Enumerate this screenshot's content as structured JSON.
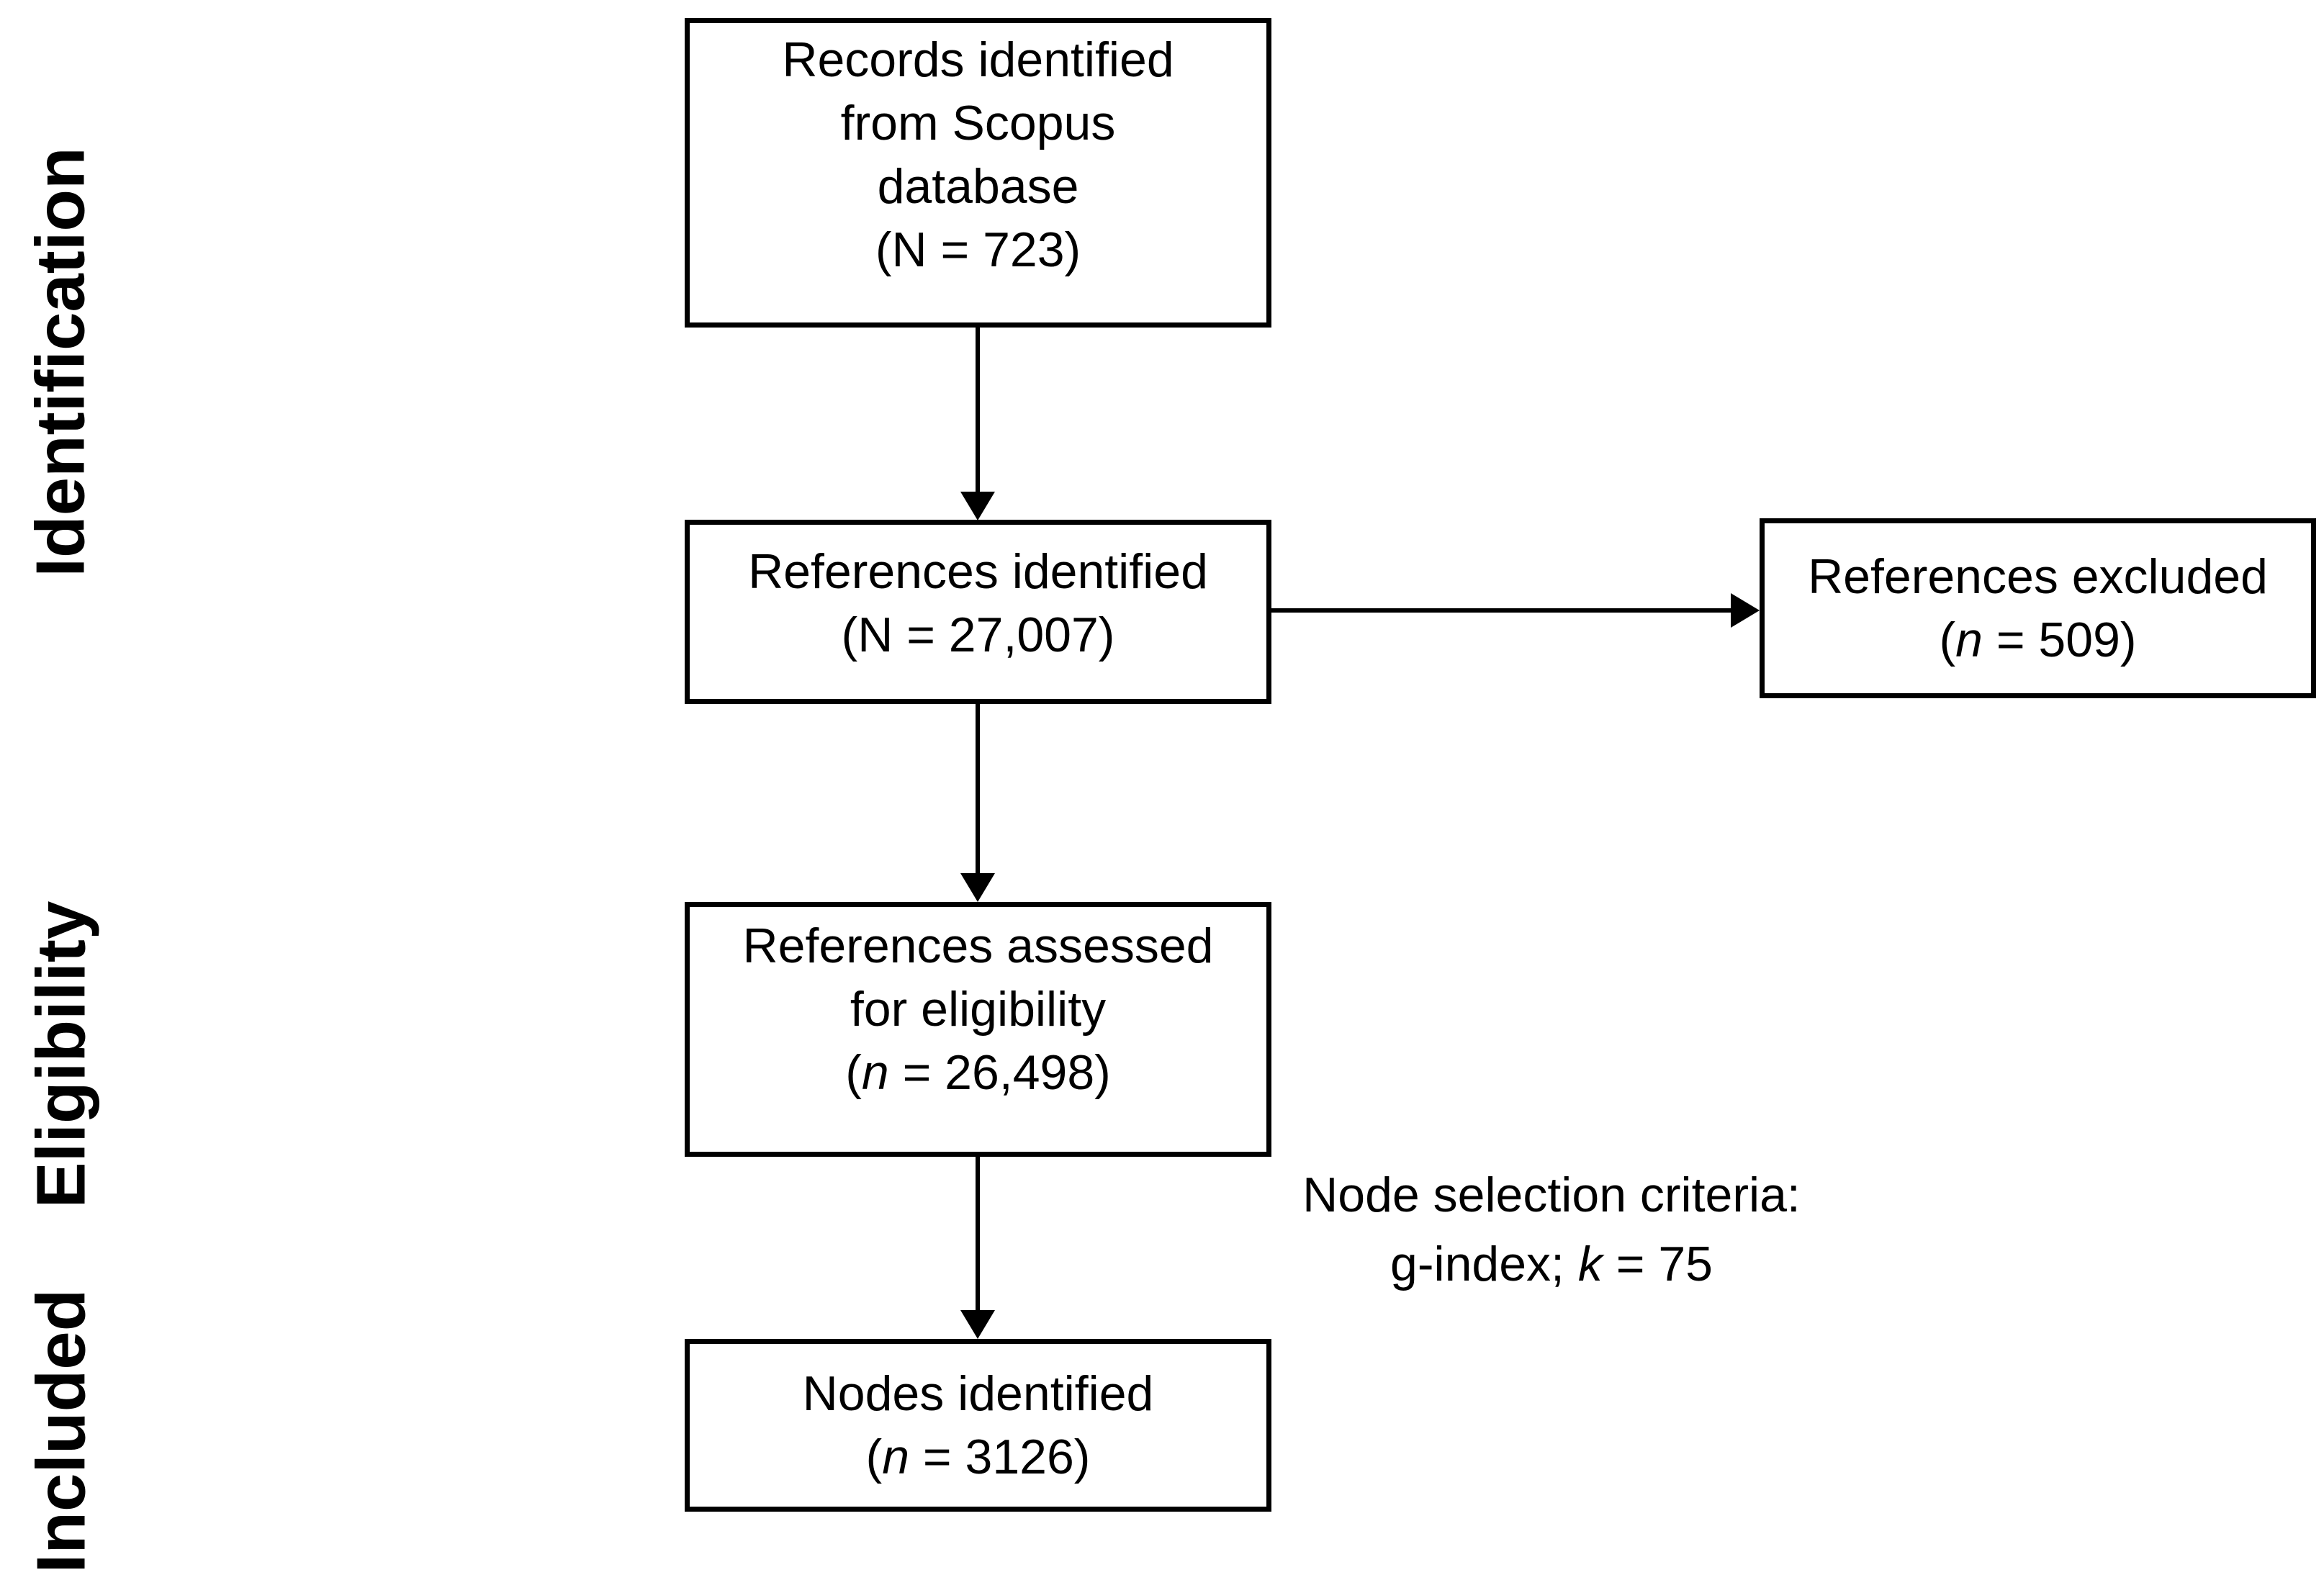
{
  "figure": {
    "side_labels": {
      "identification": "Identification",
      "eligibility": "Eligibility",
      "included": "Included"
    },
    "boxes": {
      "records": {
        "line1": "Records identified",
        "line2": "from Scopus",
        "line3": "database",
        "count_pre": "(",
        "count_var": "N",
        "count_post": " = 723)"
      },
      "references_identified": {
        "line1": "References identified",
        "count_pre": "(",
        "count_var": "N",
        "count_post": " = 27,007)"
      },
      "references_excluded": {
        "line1": "References excluded",
        "count_pre": "(",
        "count_var": "n",
        "count_post": " = 509)"
      },
      "references_assessed": {
        "line1": "References assessed",
        "line2": "for eligibility",
        "count_pre": "(",
        "count_var": "n",
        "count_post": " = 26,498)"
      },
      "nodes_identified": {
        "line1": "Nodes identified",
        "count_pre": "(",
        "count_var": "n",
        "count_post": " = 3126)"
      }
    },
    "annotation": {
      "line1": "Node selection criteria:",
      "line2_pre": "g-index; ",
      "line2_var": "k",
      "line2_post": " = 75"
    },
    "colors": {
      "ink": "#000000",
      "background": "#ffffff"
    }
  }
}
